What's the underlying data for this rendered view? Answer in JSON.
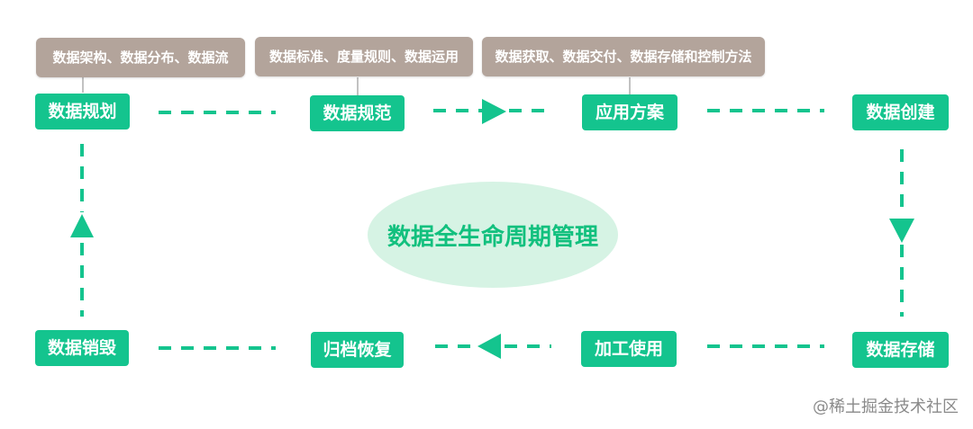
{
  "colors": {
    "node_fill": "#14c48e",
    "connector": "#14c48e",
    "note_fill": "#b3a49b",
    "center_fill": "#d6f3e4",
    "center_text": "#12c07e"
  },
  "notes": {
    "planning": "数据架构、数据分布、数据流",
    "standard": "数据标准、度量规则、数据运用",
    "solution": "数据获取、数据交付、数据存储和控制方法"
  },
  "nodes": {
    "planning": "数据规划",
    "standard": "数据规范",
    "solution": "应用方案",
    "creation": "数据创建",
    "storage": "数据存储",
    "processing": "加工使用",
    "archive": "归档恢复",
    "destroy": "数据销毁"
  },
  "center": "数据全生命周期管理",
  "watermark": "@稀土掘金技术社区"
}
